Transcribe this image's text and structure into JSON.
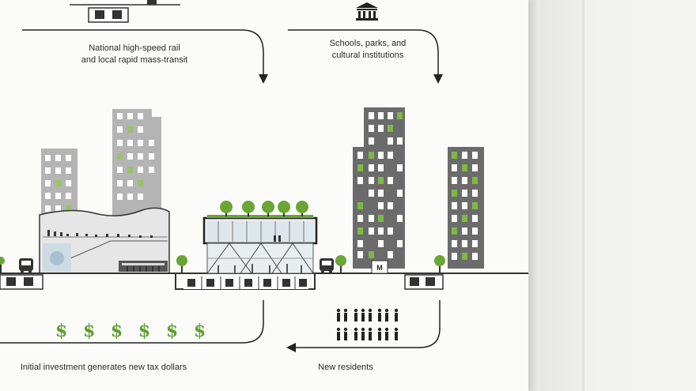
{
  "labels": {
    "rail_line1": "National high-speed rail",
    "rail_line2": "and local rapid mass-transit",
    "schools_line1": "Schools, parks, and",
    "schools_line2": "cultural institutions",
    "tax": "Initial investment generates new tax dollars",
    "residents": "New residents",
    "dollars": "$ $ $ $ $ $",
    "metro_sign": "M"
  },
  "icons": {
    "civic": "institution-icon",
    "train": "train-icon",
    "bus": "bus-icon",
    "people": "people-icon",
    "tree": "tree-icon"
  },
  "colors": {
    "poster": "#fbfbf9",
    "wall": "#f2f2f0",
    "building_light": "#b4b4b4",
    "building_dark": "#6b6b6b",
    "accent_green": "#6aa535",
    "text": "#2a2a2a"
  }
}
